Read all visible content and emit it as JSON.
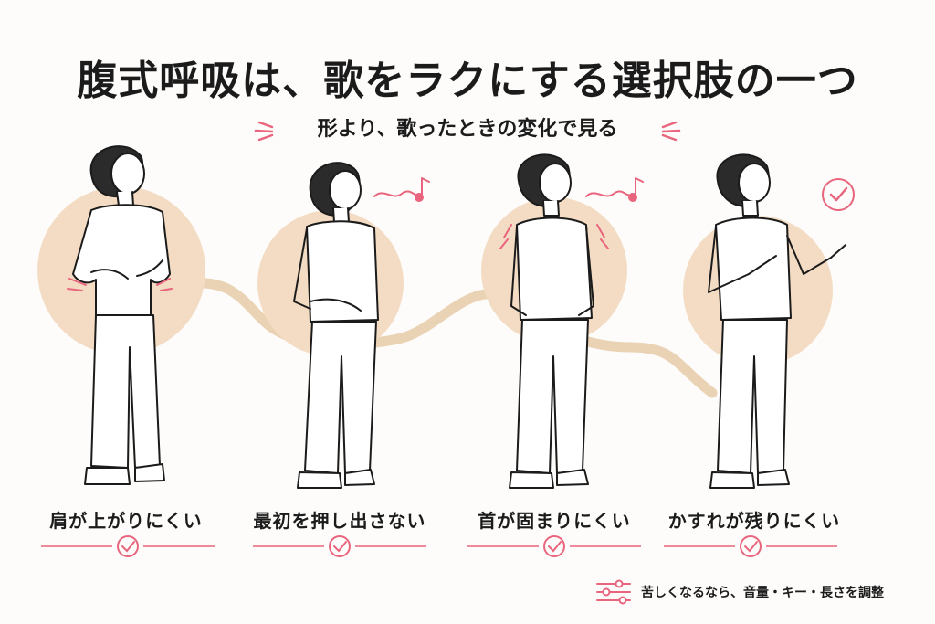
{
  "title": "腹式呼吸は、歌をラクにする選択肢の一つ",
  "subtitle": "形より、歌ったときの変化で見る",
  "steps": [
    {
      "caption": "肩が上がりにくい"
    },
    {
      "caption": "最初を押し出さない"
    },
    {
      "caption": "首が固まりにくい"
    },
    {
      "caption": "かすれが残りにくい"
    }
  ],
  "tip": {
    "text": "苦しくなるなら、音量・キー・長さを調整",
    "icon": "sliders-icon"
  },
  "colors": {
    "accent": "#e8657d",
    "circle": "#f3dcc3",
    "wave": "#ead2b4",
    "ink": "#1b1b1b"
  }
}
